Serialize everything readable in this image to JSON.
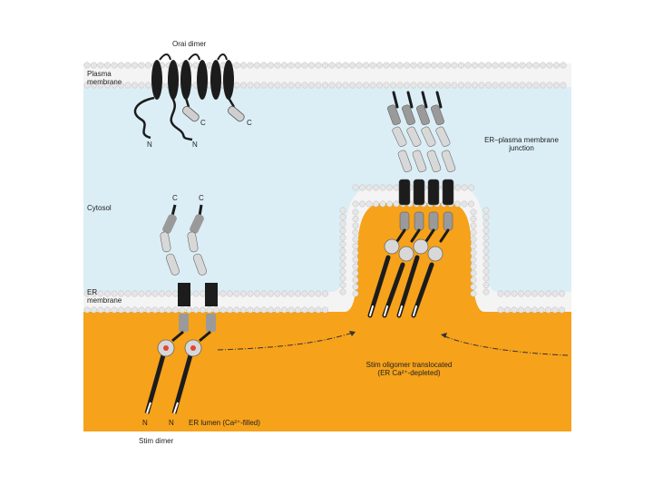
{
  "labels": {
    "orai_dimer": "Orai dimer",
    "plasma_membrane_1": "Plasma",
    "plasma_membrane_2": "membrane",
    "cytosol": "Cytosol",
    "er_membrane_1": "ER",
    "er_membrane_2": "membrane",
    "junction_1": "ER–plasma membrane",
    "junction_2": "junction",
    "stim_oligomer_1": "Stim oligomer translocated",
    "stim_oligomer_2": "(ER Ca²⁺-depleted)",
    "er_lumen": "ER lumen (Ca²⁺-filled)",
    "stim_dimer": "Stim dimer",
    "term_n": "N",
    "term_c": "C"
  },
  "colors": {
    "extracellular": "#ffffff",
    "cytosol": "#dbeef6",
    "er_lumen": "#f6a21a",
    "membrane_head": "#e6e6e6",
    "membrane_tail": "#c8c8c8",
    "protein_dark": "#1c1c1c",
    "protein_grey": "#9a9a9a",
    "protein_light": "#d8d8d8",
    "calcium": "#e0453a"
  }
}
